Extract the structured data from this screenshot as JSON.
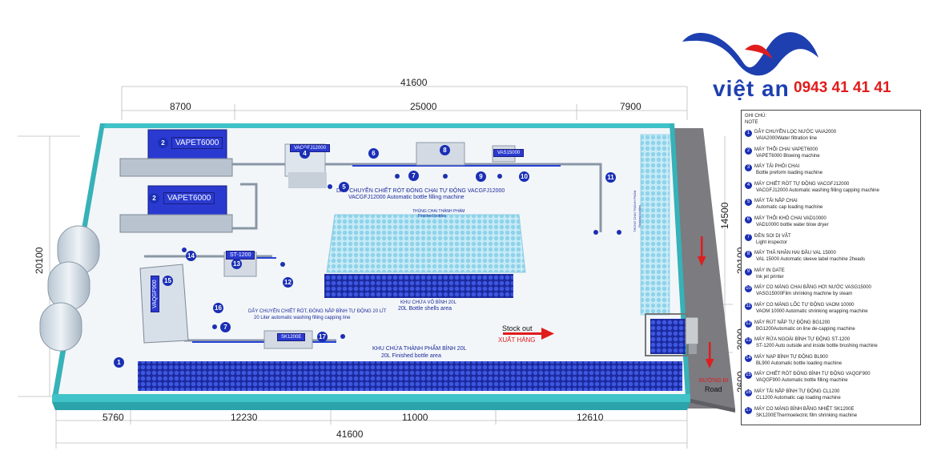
{
  "brand": {
    "name": "việt an",
    "phone": "0943 41 41 41",
    "registered": "®",
    "logo_color": "#1d3fb0",
    "phone_color": "#e11c1c"
  },
  "dimensions": {
    "top_total": "41600",
    "top_segments": [
      "8700",
      "25000",
      "7900"
    ],
    "bottom_total": "41600",
    "bottom_segments": [
      "5760",
      "12230",
      "11000",
      "12610"
    ],
    "left": "20100",
    "right_segments": [
      "14500",
      "20100",
      "3000",
      "2600"
    ]
  },
  "machines": [
    {
      "id": "2",
      "tag": "VAPET6000"
    },
    {
      "id": "2b",
      "tag": "VAPET6000"
    },
    {
      "id": "4",
      "tag": "VACGFJ12000"
    },
    {
      "id": "9",
      "tag": "VAS15000"
    },
    {
      "id": "13",
      "tag": "ST-1200"
    },
    {
      "id": "15",
      "tag": "VAQGF900"
    },
    {
      "id": "17",
      "tag": "SK1200E"
    }
  ],
  "area_labels": {
    "line1_vi": "DÂY CHUYỀN CHIẾT RÓT ĐÓNG CHAI TỰ ĐỘNG VACGFJ12000",
    "line1_en": "VACGFJ12000 Automatic bottle filling machine",
    "finished_vi": "THÙNG CHAI THÀNH PHẨM",
    "finished_en": "Finished bottles",
    "shells_vi": "KHU CHỨA VỎ BÌNH 20L",
    "shells_en": "20L Bottle shells area",
    "line2_vi": "DÂY CHUYỀN CHIẾT RÓT, ĐÓNG NẮP BÌNH TỰ ĐỘNG 20 LÍT",
    "line2_en": "20 Liter automatic washing filling capping line",
    "finished20_vi": "KHU CHỨA THÀNH PHẨM BÌNH 20L",
    "finished20_en": "20L Finished bottle area",
    "conveyor_vi": "THÙNG CHAI THÀNH PHẨM",
    "conveyor_en": "Finished bottles"
  },
  "stock": {
    "en": "Stock out",
    "vi": "XUẤT HÀNG"
  },
  "road": {
    "vi": "ĐƯỜNG ĐI",
    "en": "Road"
  },
  "notes": {
    "title_vi": "GHI CHÚ:",
    "title_en": "NOTE",
    "items": [
      {
        "n": "1",
        "vi": "DÂY CHUYỀN LỌC NƯỚC VAIA2000",
        "en": "VAIA2000Water filtration line"
      },
      {
        "n": "2",
        "vi": "MÁY THỔI CHAI VAPET6000",
        "en": "VAPET6000 Blowing machine"
      },
      {
        "n": "3",
        "vi": "MÁY TẢI PHÔI CHAI",
        "en": "Bottle preform loading machine"
      },
      {
        "n": "4",
        "vi": "MÁY CHIẾT RÓT TỰ ĐỘNG VACGFJ12000",
        "en": "VACGFJ12000 Automatic washing filling capping machine"
      },
      {
        "n": "5",
        "vi": "MÁY TẢI NẮP CHAI",
        "en": "Automatic cap loading machine"
      },
      {
        "n": "6",
        "vi": "MÁY THỔI KHÔ CHAI VAD10000",
        "en": "VAD10000 bottle water blow dryer"
      },
      {
        "n": "7",
        "vi": "ĐÈN SOI DỊ VẬT",
        "en": "Light inspector"
      },
      {
        "n": "8",
        "vi": "MÁY THẢ NHÃN HAI ĐẦU VAL 15000",
        "en": "VAL 15000 Automatic sleeve label machine 2heads"
      },
      {
        "n": "9",
        "vi": "MÁY IN DATE",
        "en": "Ink jet printer"
      },
      {
        "n": "10",
        "vi": "MÁY CO MÀNG CHAI BẰNG HƠI NƯỚC VASG15000",
        "en": "VASG15000Film shrinking machine by steam"
      },
      {
        "n": "11",
        "vi": "MÁY CO MÀNG LỐC TỰ ĐỘNG VAOM 10000",
        "en": "VAOM 10000 Automatic shrinking wrapping machine"
      },
      {
        "n": "12",
        "vi": "MÁY RÚT NẮP TỰ ĐỘNG BG1200",
        "en": "BG1200Automatic on line de-capping machine"
      },
      {
        "n": "13",
        "vi": "MÁY RỬA NGOÀI BÌNH TỰ ĐỘNG ST-1200",
        "en": "ST-1200 Auto outside and inside bottle brushing machine"
      },
      {
        "n": "14",
        "vi": "MÁY NẠP BÌNH TỰ ĐỘNG BL900",
        "en": "BL900 Automatic bottle loading machine"
      },
      {
        "n": "15",
        "vi": "MÁY CHIẾT RÓT ĐÓNG BÌNH TỰ ĐỘNG VAQGF900",
        "en": "VAQGF900 Automatic bottle filling machine"
      },
      {
        "n": "16",
        "vi": "MÁY TẢI NẮP BÌNH TỰ ĐỘNG CL1200",
        "en": "CL1200 Automatic cap loading machine"
      },
      {
        "n": "17",
        "vi": "MÁY CO MÀNG BÌNH BẰNG NHIỆT SK1200E",
        "en": "SK1200EThermoelectric film shrinking machine"
      }
    ]
  },
  "colors": {
    "wall": "#3fc3c8",
    "floor": "#f4f7fa",
    "machine_blue": "#2a3ad0",
    "bottle_blue": "#1f2fb8",
    "bottle_light": "#a9dcef",
    "tank": "#d3dde6",
    "arrow_red": "#e11c1c"
  },
  "icons": [
    "worker-icon",
    "tank-icon",
    "truck-icon",
    "arrow-right-icon",
    "arrow-down-icon"
  ]
}
